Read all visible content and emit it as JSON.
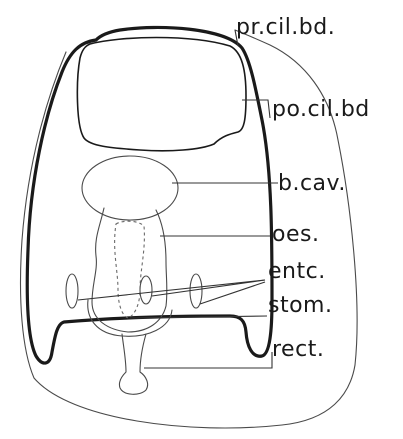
{
  "labels": {
    "pr_cil_bd": "pr.cil.bd.",
    "po_cil_bd": "po.cil.bd",
    "b_cav": "b.cav.",
    "oes": "oes.",
    "entc": "entc.",
    "stom": "stom.",
    "rect": "rect."
  },
  "colors": {
    "ink": "#1a1a1a",
    "background": "#ffffff"
  }
}
